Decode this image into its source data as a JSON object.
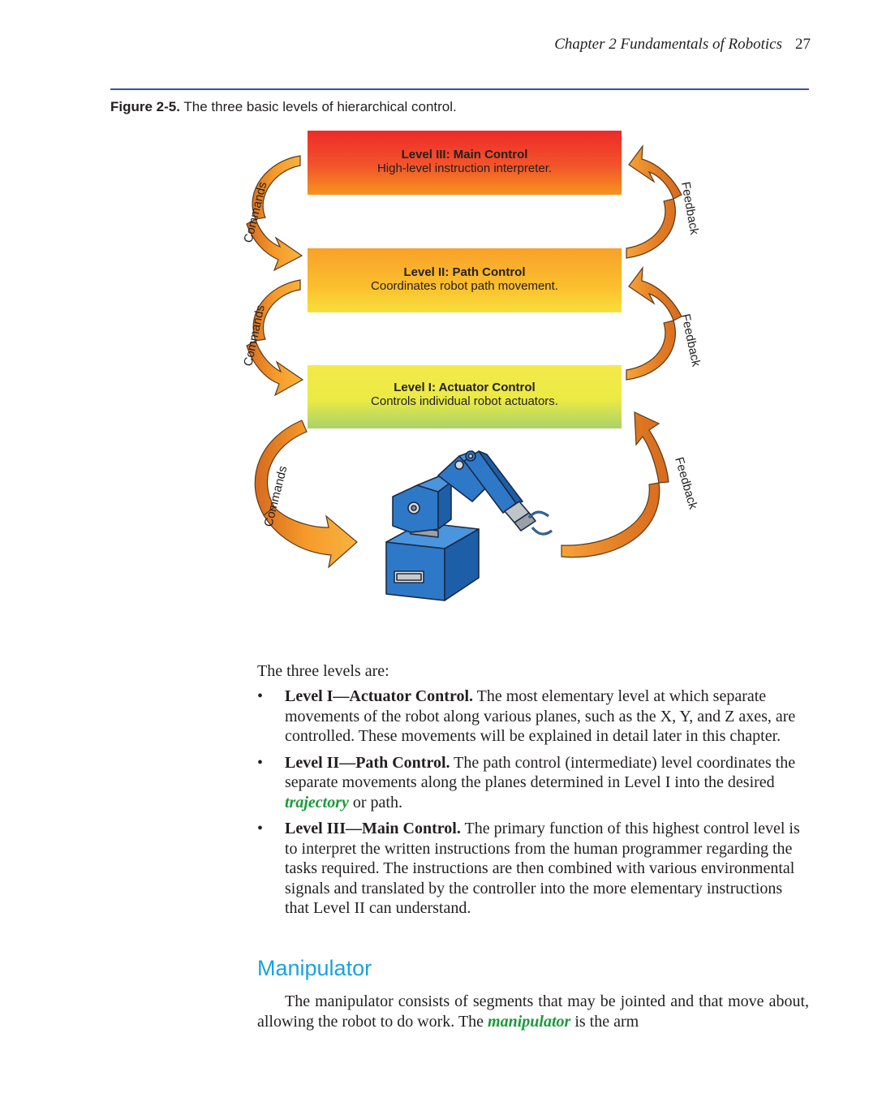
{
  "running_head": {
    "chapter": "Chapter 2   Fundamentals of Robotics",
    "page": "27"
  },
  "figure": {
    "label": "Figure 2-5.",
    "caption": " The three basic levels of hierarchical control.",
    "levels": [
      {
        "title": "Level III: Main Control",
        "desc": "High-level instruction interpreter."
      },
      {
        "title": "Level II: Path Control",
        "desc": "Coordinates robot path movement."
      },
      {
        "title": "Level I: Actuator Control",
        "desc": "Controls individual robot actuators."
      }
    ],
    "commands_label": "Commands",
    "feedback_label": "Feedback",
    "colors": {
      "arrow_light": "#f7941d",
      "arrow_dark": "#d66a1f",
      "robot_blue": "#2e78c8"
    }
  },
  "intro": "The three levels are:",
  "bullets": [
    {
      "head": "Level I—Actuator Control.",
      "text": " The most elementary level at which separate movements of the robot along various planes, such as the X, Y, and Z axes, are controlled. These movements will be explained in detail later in this chapter."
    },
    {
      "head": "Level II—Path Control.",
      "text_before": " The path control (intermediate) level coordinates the separate movements along the planes determined in Level I into the desired ",
      "term": "trajectory",
      "text_after": " or path."
    },
    {
      "head": "Level III—Main Control.",
      "text": " The primary function of this highest control level is to interpret the written instructions from the human programmer regarding the tasks required. The instructions are then combined with various environmental signals and translated by the controller into the more elementary instructions that Level II can understand."
    }
  ],
  "section": {
    "heading": "Manipulator",
    "para_before": "The manipulator consists of segments that may be jointed and that move about, allowing the robot to do work. The ",
    "term": "manipulator",
    "para_after": " is the arm"
  },
  "bullet_glyph": "•"
}
